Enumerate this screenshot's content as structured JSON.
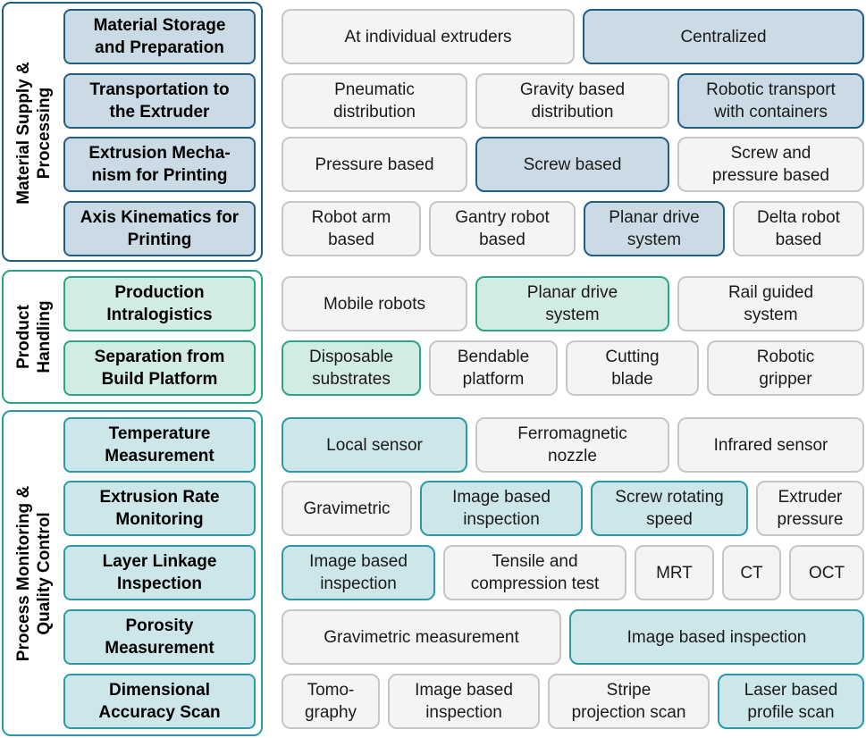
{
  "colors": {
    "material_accent": "#1f5f86",
    "material_fill": "#cadbe5",
    "handling_accent": "#2aa586",
    "handling_fill": "#d2ece4",
    "monitoring_accent": "#2a9aa6",
    "monitoring_fill": "#cce6ea",
    "unselected_border": "#c6c6c6",
    "unselected_fill": "#f4f4f4"
  },
  "groups": [
    {
      "label": "Material Supply &\nProcessing",
      "rows": [
        {
          "category": "Material Storage\nand Preparation",
          "options": [
            {
              "text": "At individual extruders",
              "selected": false
            },
            {
              "text": "Centralized",
              "selected": true
            }
          ]
        },
        {
          "category": "Transportation to\nthe Extruder",
          "options": [
            {
              "text": "Pneumatic\ndistribution",
              "selected": false
            },
            {
              "text": "Gravity based\ndistribution",
              "selected": false
            },
            {
              "text": "Robotic transport\nwith containers",
              "selected": true
            }
          ]
        },
        {
          "category": "Extrusion Mecha-\nnism for Printing",
          "options": [
            {
              "text": "Pressure based",
              "selected": false
            },
            {
              "text": "Screw based",
              "selected": true
            },
            {
              "text": "Screw and\npressure based",
              "selected": false
            }
          ]
        },
        {
          "category": "Axis Kinematics for\nPrinting",
          "options": [
            {
              "text": "Robot arm\nbased",
              "selected": false
            },
            {
              "text": "Gantry robot\nbased",
              "selected": false
            },
            {
              "text": "Planar drive\nsystem",
              "selected": true
            },
            {
              "text": "Delta robot\nbased",
              "selected": false
            }
          ]
        }
      ]
    },
    {
      "label": "Product\nHandling",
      "rows": [
        {
          "category": "Production\nIntralogistics",
          "options": [
            {
              "text": "Mobile robots",
              "selected": false
            },
            {
              "text": "Planar drive\nsystem",
              "selected": true
            },
            {
              "text": "Rail guided\nsystem",
              "selected": false
            }
          ]
        },
        {
          "category": "Separation from\nBuild Platform",
          "options": [
            {
              "text": "Disposable\nsubstrates",
              "selected": true
            },
            {
              "text": "Bendable\nplatform",
              "selected": false
            },
            {
              "text": "Cutting\nblade",
              "selected": false
            },
            {
              "text": "Robotic\ngripper",
              "selected": false
            }
          ]
        }
      ]
    },
    {
      "label": "Process Monitoring &\nQuality Control",
      "rows": [
        {
          "category": "Temperature\nMeasurement",
          "options": [
            {
              "text": "Local sensor",
              "selected": true
            },
            {
              "text": "Ferromagnetic\nnozzle",
              "selected": false
            },
            {
              "text": "Infrared sensor",
              "selected": false
            }
          ]
        },
        {
          "category": "Extrusion Rate\nMonitoring",
          "options": [
            {
              "text": "Gravimetric",
              "selected": false
            },
            {
              "text": "Image based\ninspection",
              "selected": true
            },
            {
              "text": "Screw rotating\nspeed",
              "selected": true
            },
            {
              "text": "Extruder\npressure",
              "selected": false
            }
          ]
        },
        {
          "category": "Layer Linkage\nInspection",
          "options": [
            {
              "text": "Image based\ninspection",
              "selected": true
            },
            {
              "text": "Tensile and\ncompression test",
              "selected": false
            },
            {
              "text": "MRT",
              "selected": false
            },
            {
              "text": "CT",
              "selected": false
            },
            {
              "text": "OCT",
              "selected": false
            }
          ]
        },
        {
          "category": "Porosity\nMeasurement",
          "options": [
            {
              "text": "Gravimetric measurement",
              "selected": false
            },
            {
              "text": "Image based inspection",
              "selected": true
            }
          ]
        },
        {
          "category": "Dimensional\nAccuracy Scan",
          "options": [
            {
              "text": "Tomo-\ngraphy",
              "selected": false
            },
            {
              "text": "Image based\ninspection",
              "selected": false
            },
            {
              "text": "Stripe\nprojection scan",
              "selected": false
            },
            {
              "text": "Laser based\nprofile scan",
              "selected": true
            }
          ]
        }
      ]
    }
  ]
}
